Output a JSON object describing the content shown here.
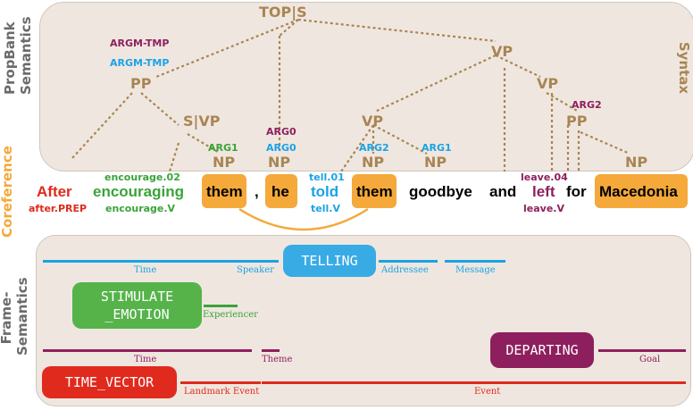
{
  "side_labels": {
    "propbank": "PropBank\nSemantics",
    "syntax": "Syntax",
    "coreference": "Coreference",
    "frame_semantics": "Frame-\nSemantics"
  },
  "syntax_nodes": {
    "top": "TOP|S",
    "vp_top": "VP",
    "pp1": "PP",
    "s_vp": "S|VP",
    "vp_mid": "VP",
    "vp_right": "VP",
    "pp2": "PP",
    "np_them1": "NP",
    "np_he": "NP",
    "np_them2": "NP",
    "np_goodbye": "NP",
    "np_macedonia": "NP"
  },
  "propbank_labels": {
    "argm_tmp_1": "ARGM-TMP",
    "argm_tmp_2": "ARGM-TMP",
    "arg1_green": "ARG1",
    "arg0_purple": "ARG0",
    "arg0_blue": "ARG0",
    "arg2_blue": "ARG2",
    "arg1_blue": "ARG1",
    "arg2_purple": "ARG2"
  },
  "sense_labels": {
    "after": "after.PREP",
    "encourage_02": "encourage.02",
    "encourage_v": "encourage.V",
    "tell_01": "tell.01",
    "tell_v": "tell.V",
    "leave_04": "leave.04",
    "leave_v": "leave.V"
  },
  "words": {
    "after": "After",
    "encouraging": "encouraging",
    "them1": "them",
    "comma": ",",
    "he": "he",
    "told": "told",
    "them2": "them",
    "goodbye": "goodbye",
    "and": "and",
    "left": "left",
    "for": "for",
    "macedonia": "Macedonia"
  },
  "frames": {
    "telling": "TELLING",
    "stimulate_emotion": "STIMULATE\n_EMOTION",
    "departing": "DEPARTING",
    "time_vector": "TIME_VECTOR"
  },
  "frame_elements": {
    "time_1": "Time",
    "speaker": "Speaker",
    "addressee": "Addressee",
    "message": "Message",
    "experiencer": "Experiencer",
    "time_2": "Time",
    "theme": "Theme",
    "goal": "Goal",
    "landmark_event": "Landmark Event",
    "event": "Event"
  },
  "colors": {
    "syntax_brown": "#a98554",
    "propbank_purple": "#8e1f5e",
    "propbank_blue": "#1aa3e6",
    "arg_green": "#3aa33a",
    "time_red": "#e02a1d",
    "coref_orange": "#f4a93a",
    "side_gray": "#6b6b6b",
    "panel_bg": "#efe7df"
  }
}
